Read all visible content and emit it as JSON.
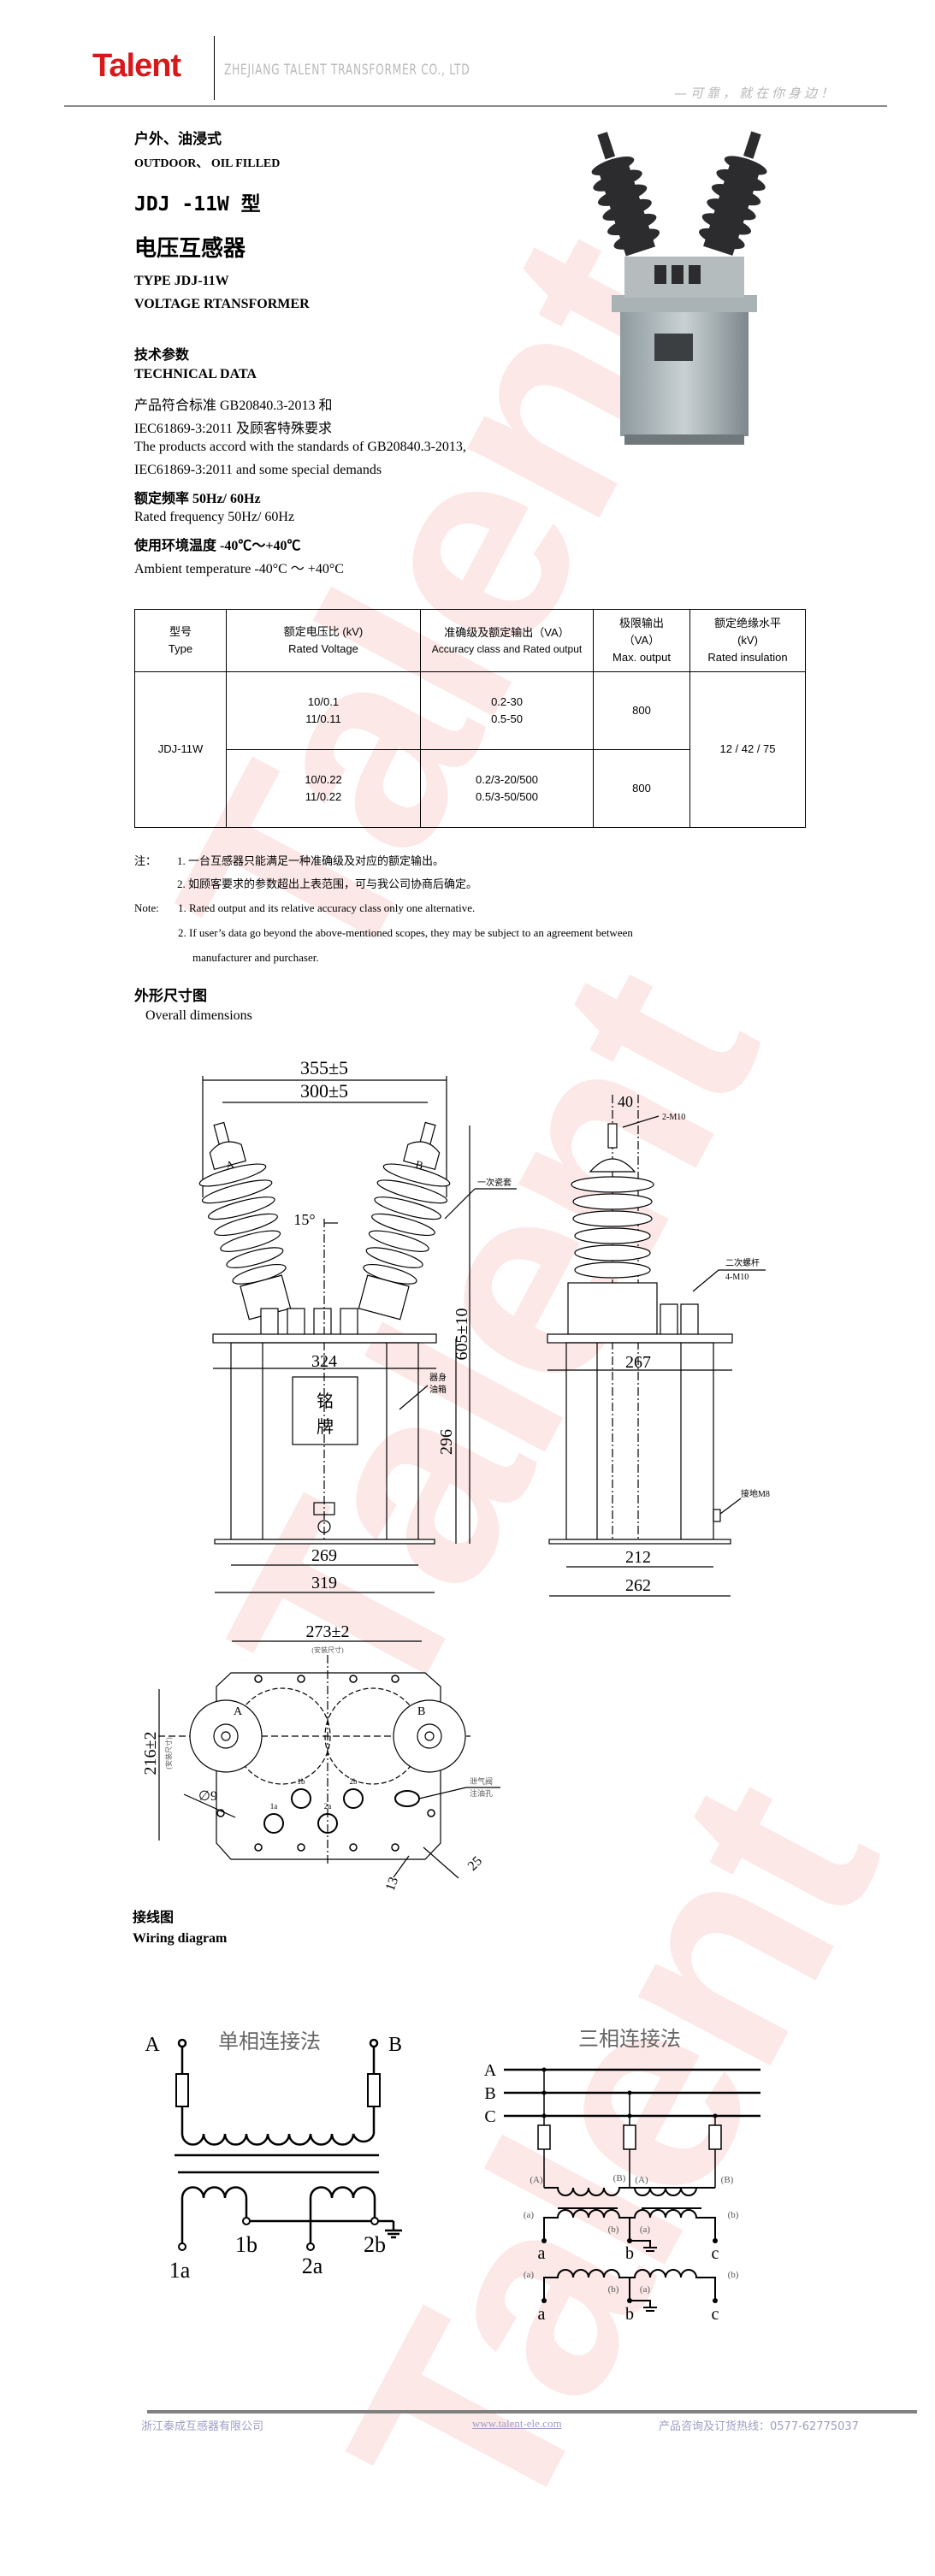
{
  "header": {
    "logo": "Talent",
    "company": "ZHEJIANG TALENT TRANSFORMER CO., LTD",
    "slogan": "—可靠，就在你身边！"
  },
  "intro": {
    "install_cn": "户外、油浸式",
    "install_en": "OUTDOOR、 OIL FILLED",
    "model_cn": "JDJ -11W 型",
    "product_cn": "电压互感器",
    "type_en": "TYPE JDJ-11W",
    "product_en": "VOLTAGE RTANSFORMER"
  },
  "technical": {
    "title_cn": "技术参数",
    "title_en": "TECHNICAL DATA",
    "lines": [
      "产品符合标准 GB20840.3-2013 和",
      "IEC61869-3:2011 及顾客特殊要求",
      "The products accord with the standards of GB20840.3-2013,",
      "  IEC61869-3:2011 and some special  demands",
      "额定频率 50Hz/ 60Hz",
      "Rated frequency    50Hz/ 60Hz",
      "使用环境温度 -40℃～+40℃",
      "Ambient temperature    -40°C  ～  +40°C"
    ]
  },
  "table": {
    "headers": [
      {
        "cn": "型号",
        "en": "Type"
      },
      {
        "cn": "额定电压比 (kV)",
        "en": "Rated Voltage"
      },
      {
        "cn": "准确级及额定输出（VA）",
        "en": "Accuracy class and Rated output"
      },
      {
        "cn": "极限输出",
        "cn2": "（VA）",
        "en": "Max. output"
      },
      {
        "cn": "额定绝缘水平",
        "cn2": "(kV)",
        "en": "Rated insulation"
      }
    ],
    "type": "JDJ-11W",
    "insulation": "12 / 42 / 75",
    "rows": [
      {
        "voltage": [
          "10/0.1",
          "11/0.11"
        ],
        "accuracy": [
          "0.2-30",
          "0.5-50"
        ],
        "max_output": "800"
      },
      {
        "voltage": [
          "10/0.22",
          "11/0.22"
        ],
        "accuracy": [
          "0.2/3-20/500",
          "0.5/3-50/500"
        ],
        "max_output": "800"
      }
    ]
  },
  "notes": {
    "cn_label": "注：",
    "cn": [
      "1. 一台互感器只能满足一种准确级及对应的额定输出。",
      "2. 如顾客要求的参数超出上表范围，可与我公司协商后确定。"
    ],
    "en_label": "Note:",
    "en": [
      "1. Rated output and its relative accuracy class only one alternative.",
      "2. If user’s data go beyond the above-mentioned scopes, they may be subject to an agreement  between",
      "manufacturer and purchaser."
    ]
  },
  "dimensions": {
    "title_cn": "外形尺寸图",
    "title_en": "Overall dimensions",
    "front": {
      "w355": "355±5",
      "w300": "300±5",
      "angle": "15°",
      "w324": "324",
      "h605": "605±10",
      "h296": "296",
      "w269": "269",
      "w319": "319",
      "bushing": "一次瓷套",
      "body1": "器身",
      "body2": "油箱",
      "plate1": "铭",
      "plate2": "牌",
      "a": "A",
      "b": "B"
    },
    "side": {
      "w40": "40",
      "m10": "2-M10",
      "sec1": "二次螺杆",
      "sec2": "4-M10",
      "w267": "267",
      "w212": "212",
      "w262": "262",
      "ground": "接地M8"
    },
    "plan": {
      "w273": "273±2",
      "h216": "216±2",
      "mount": "(安装尺寸)",
      "hole": "∅9",
      "d25": "25",
      "d13": "13",
      "valve1": "泄气阀",
      "valve2": "注油孔",
      "t1a": "1a",
      "t1b": "1b",
      "t2a": "2a",
      "t2b": "2b",
      "a": "A",
      "b": "B"
    }
  },
  "wiring": {
    "title_cn": "接线图",
    "title_en": "Wiring diagram",
    "single": {
      "title": "单相连接法",
      "A": "A",
      "B": "B",
      "t1a": "1a",
      "t1b": "1b",
      "t2a": "2a",
      "t2b": "2b"
    },
    "three": {
      "title": "三相连接法",
      "A": "A",
      "B": "B",
      "C": "C",
      "pA": "(A)",
      "pB": "(B)",
      "sa": "(a)",
      "sb": "(b)",
      "a": "a",
      "b": "b",
      "c": "c"
    }
  },
  "footer": {
    "company": "浙江泰成互感器有限公司",
    "website": "www.talent-ele.com",
    "hotline": "产品咨询及订货热线：0577-62775037"
  },
  "colors": {
    "brand": "#d7191c",
    "footer": "#9c9cc8"
  }
}
